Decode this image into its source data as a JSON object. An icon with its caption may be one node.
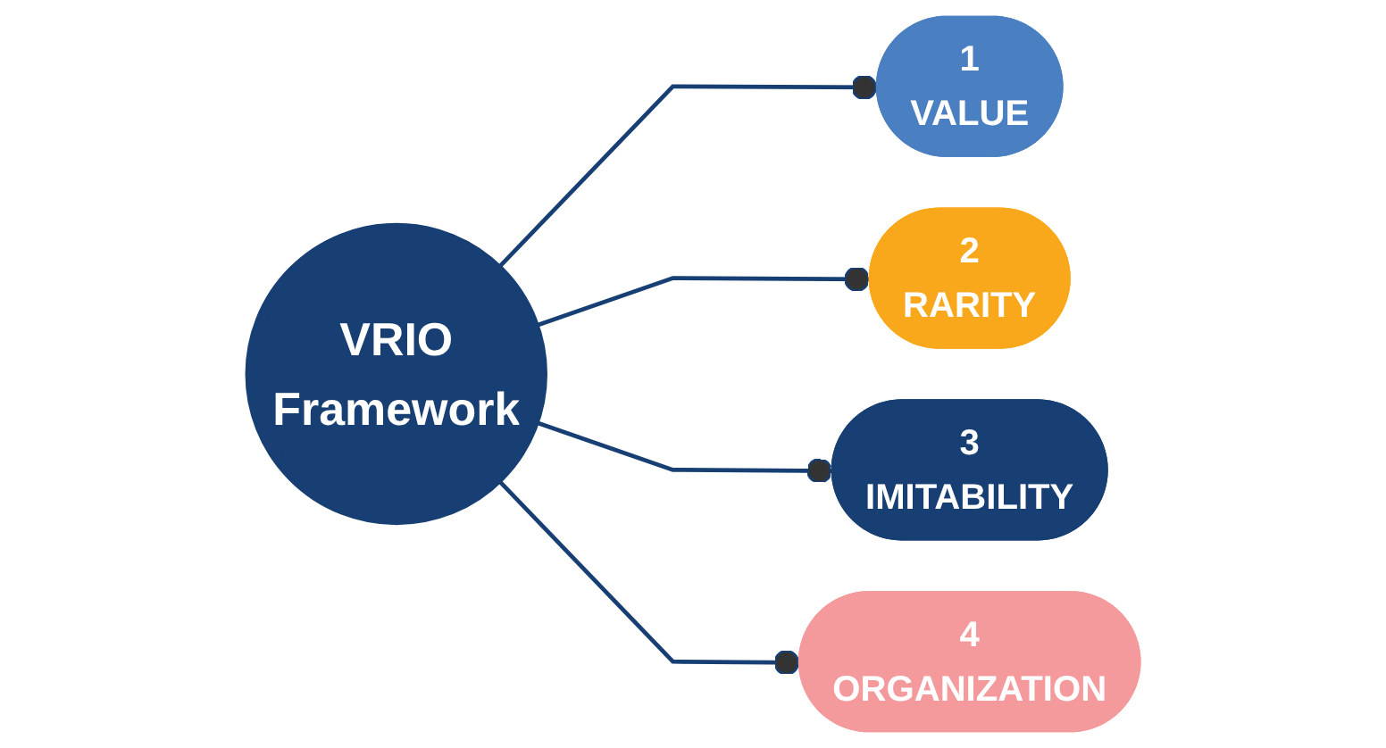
{
  "diagram": {
    "nodes": [
      {
        "text": [
          "VRIO",
          "Framework"
        ]
      },
      {
        "text": [
          "1",
          "VALUE"
        ]
      },
      {
        "text": [
          "2",
          "RARITY"
        ]
      },
      {
        "text": [
          "3",
          "IMITABILITY"
        ]
      },
      {
        "text": [
          "4",
          "ORGANIZATION"
        ]
      }
    ],
    "edges": [
      {
        "from": 0,
        "to": 1,
        "arrow": "other"
      },
      {
        "from": 0,
        "to": 2,
        "arrow": "other"
      },
      {
        "from": 0,
        "to": 3,
        "arrow": "other"
      },
      {
        "from": 0,
        "to": 4,
        "arrow": "other"
      }
    ]
  }
}
